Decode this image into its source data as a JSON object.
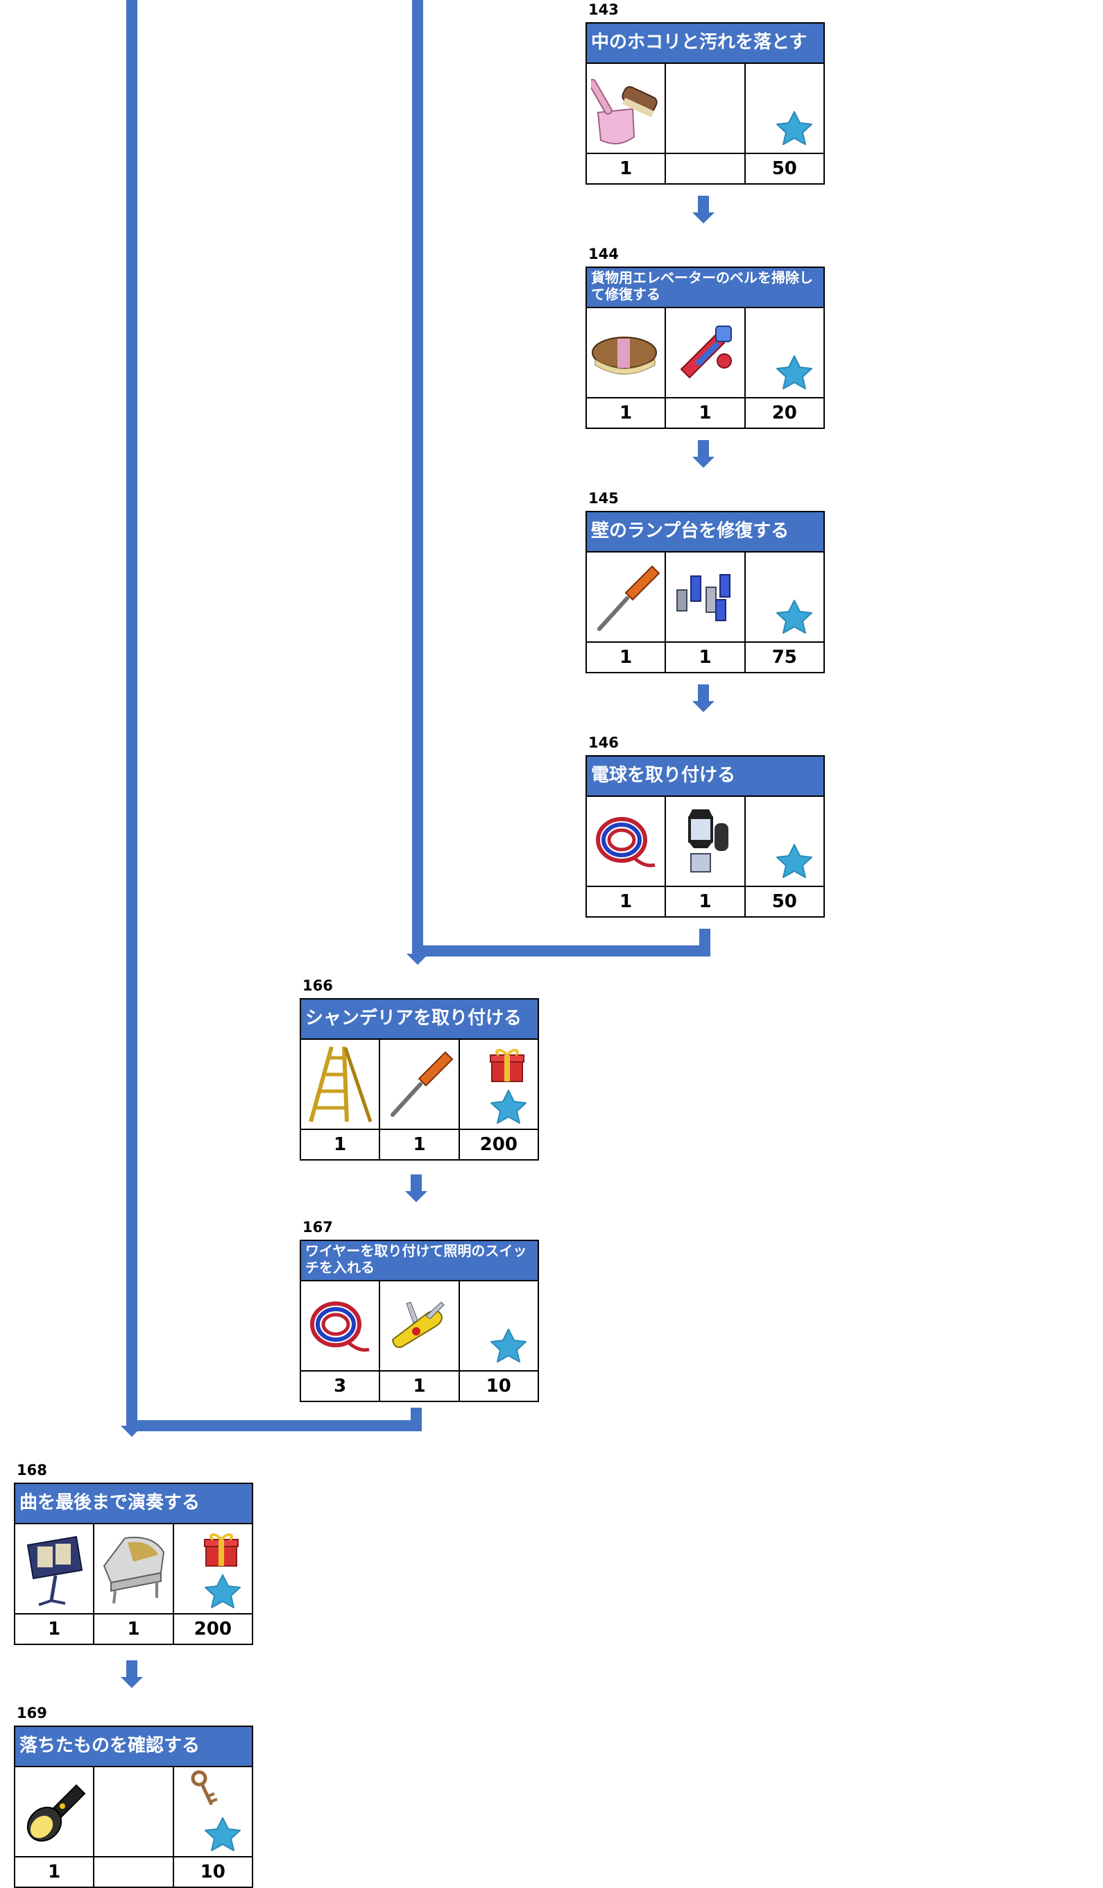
{
  "colors": {
    "accent": "#4472c4",
    "title_text": "#ffffff",
    "star": "#3aa7d8",
    "border": "#000000"
  },
  "steps": [
    {
      "number": "143",
      "title": "中のホコリと汚れを落とす",
      "items": [
        "dustpan-and-brush-icon",
        "",
        "star-icon"
      ],
      "counts": [
        "1",
        "",
        "50"
      ]
    },
    {
      "number": "144",
      "title": "貨物用エレベーターのベルを掃除して修復する",
      "items": [
        "scrub-brush-icon",
        "glue-tube-icon",
        "star-icon"
      ],
      "counts": [
        "1",
        "1",
        "20"
      ]
    },
    {
      "number": "145",
      "title": "壁のランプ台を修復する",
      "items": [
        "screwdriver-icon",
        "screws-icon",
        "star-icon"
      ],
      "counts": [
        "1",
        "1",
        "75"
      ]
    },
    {
      "number": "146",
      "title": "電球を取り付ける",
      "items": [
        "wire-coil-icon",
        "wall-lamp-icon",
        "star-icon"
      ],
      "counts": [
        "1",
        "1",
        "50"
      ]
    },
    {
      "number": "166",
      "title": "シャンデリアを取り付ける",
      "items": [
        "ladder-icon",
        "screwdriver-icon",
        "gift-and-star-icon"
      ],
      "counts": [
        "1",
        "1",
        "200"
      ]
    },
    {
      "number": "167",
      "title": "ワイヤーを取り付けて照明のスイッチを入れる",
      "items": [
        "wire-coil-icon",
        "pocket-knife-icon",
        "star-icon"
      ],
      "counts": [
        "3",
        "1",
        "10"
      ]
    },
    {
      "number": "168",
      "title": "曲を最後まで演奏する",
      "items": [
        "music-stand-icon",
        "grand-piano-icon",
        "gift-and-star-icon"
      ],
      "counts": [
        "1",
        "1",
        "200"
      ]
    },
    {
      "number": "169",
      "title": "落ちたものを確認する",
      "items": [
        "flashlight-icon",
        "",
        "key-and-star-icon"
      ],
      "counts": [
        "1",
        "",
        "10"
      ]
    }
  ]
}
